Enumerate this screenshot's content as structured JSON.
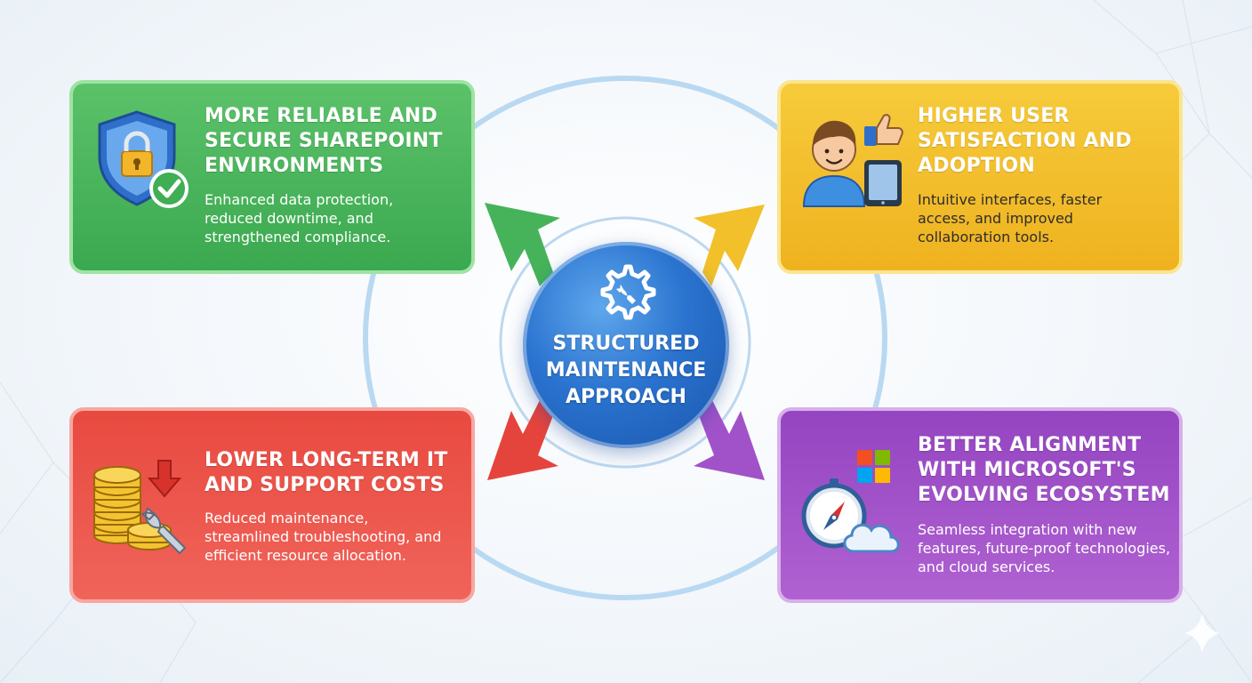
{
  "center": {
    "title": "STRUCTURED MAINTENANCE APPROACH",
    "icon": "gear-wrench-icon",
    "color": "#2a73cf"
  },
  "cards": [
    {
      "id": "reliable",
      "title": "MORE RELIABLE AND SECURE SHAREPOINT ENVIRONMENTS",
      "description": "Enhanced data protection, reduced downtime, and strengthened compliance.",
      "icon": "shield-lock-icon",
      "color": "#49b95c"
    },
    {
      "id": "satisfaction",
      "title": "HIGHER USER SATISFACTION AND ADOPTION",
      "description": "Intuitive interfaces, faster access, and improved collaboration tools.",
      "icon": "user-thumbs-up-icon",
      "color": "#f1c02a"
    },
    {
      "id": "costs",
      "title": "LOWER LONG-TERM IT AND SUPPORT COSTS",
      "description": "Reduced maintenance, streamlined troubleshooting, and efficient resource allocation.",
      "icon": "coins-wrench-icon",
      "color": "#e5443d"
    },
    {
      "id": "alignment",
      "title": "BETTER ALIGNMENT WITH MICROSOFT'S EVOLVING ECOSYSTEM",
      "description": "Seamless integration with new features, future-proof technologies, and cloud services.",
      "icon": "compass-cloud-icon",
      "color": "#9b4fc4"
    }
  ]
}
